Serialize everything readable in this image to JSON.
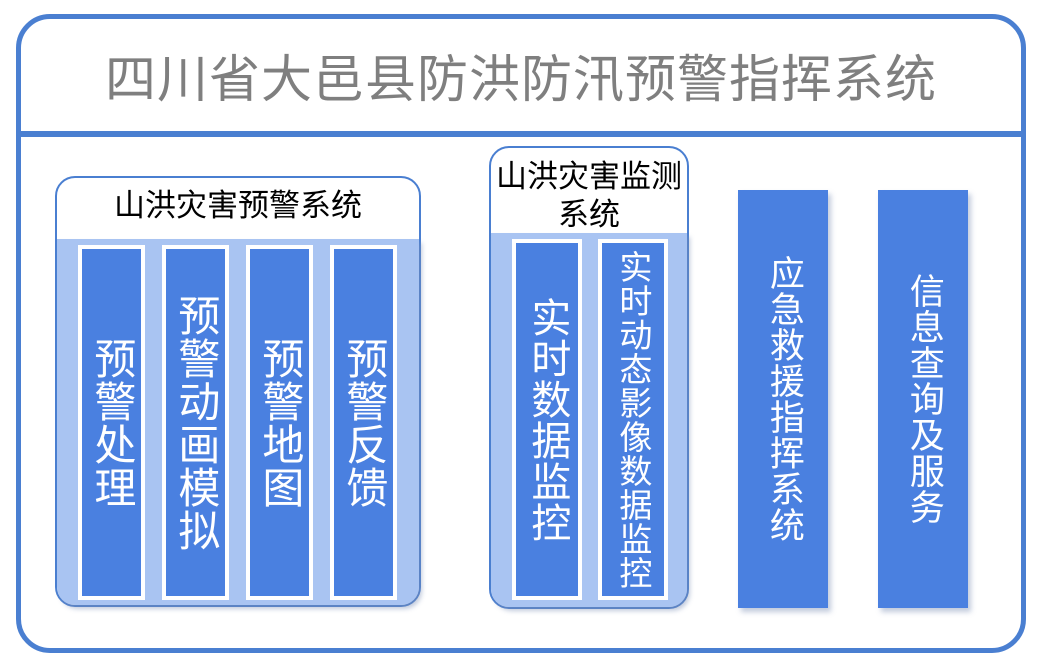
{
  "header": {
    "title": "四川省大邑县防洪防汛预警指挥系统"
  },
  "colors": {
    "frame_blue": "#4a7fd1",
    "bar_blue": "#4a80e0",
    "tray_light_blue": "#a9c4f2",
    "title_gray": "#7f7f7f",
    "panel_title_black": "#000000",
    "background_white": "#ffffff"
  },
  "panels": [
    {
      "id": "warning-system",
      "title": "山洪灾害预警系统",
      "modules": [
        {
          "label": "预警处理"
        },
        {
          "label": "预警动画模拟"
        },
        {
          "label": "预警地图"
        },
        {
          "label": "预警反馈"
        }
      ]
    },
    {
      "id": "monitoring-system",
      "title": "山洪灾害监测系统",
      "modules": [
        {
          "label": "实时数据监控"
        },
        {
          "label": "实时动态影像数据监控"
        }
      ]
    }
  ],
  "standalone_modules": [
    {
      "id": "emergency-rescue",
      "label": "应急救援指挥系统"
    },
    {
      "id": "info-query",
      "label": "信息查询及服务"
    }
  ]
}
